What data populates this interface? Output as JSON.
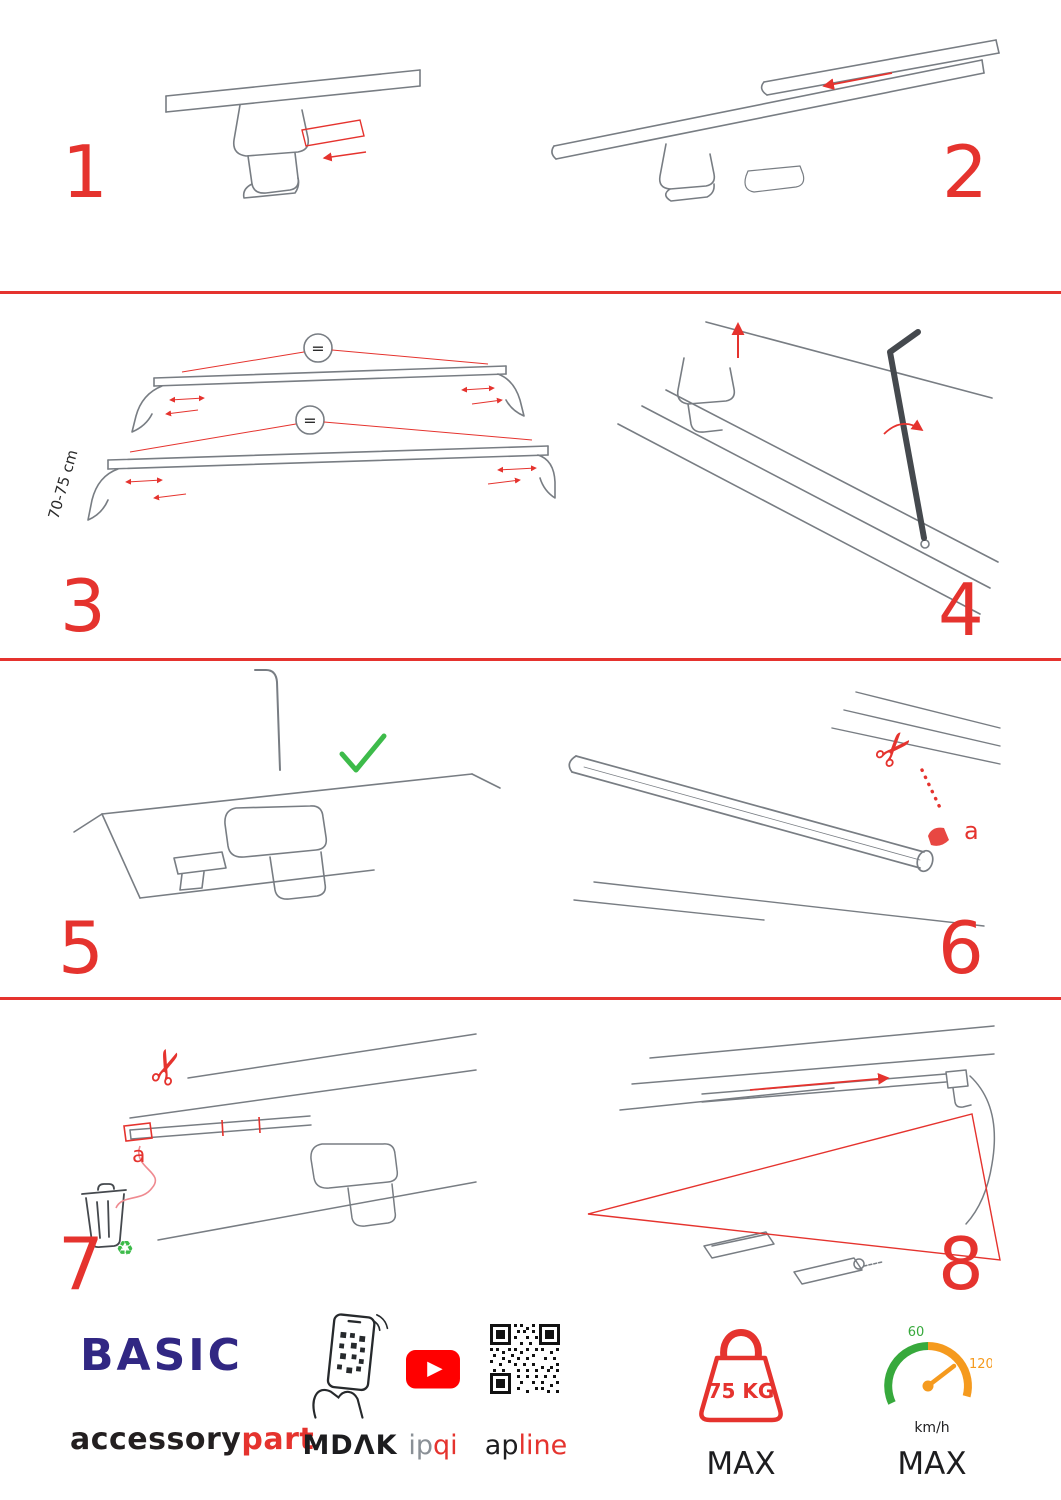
{
  "page": {
    "background": "#ffffff",
    "accent_red": "#e5332e",
    "drawing_gray": "#787d83",
    "brand_navy": "#312783",
    "green": "#3dbb4a",
    "orange": "#f59a1e"
  },
  "icons": {
    "scissors": "✂",
    "recycle": "♻"
  },
  "steps": [
    {
      "number": "1"
    },
    {
      "number": "2"
    },
    {
      "number": "3",
      "dimension_label": "70-75 cm",
      "equal_label": "="
    },
    {
      "number": "4"
    },
    {
      "number": "5"
    },
    {
      "number": "6",
      "cut_label": "a"
    },
    {
      "number": "7",
      "cut_label": "a"
    },
    {
      "number": "8"
    }
  ],
  "footer": {
    "brand": {
      "title": "BASIC",
      "sub_left": "accessory",
      "sub_right": "part"
    },
    "logos": {
      "mdak": "MDΛK",
      "ipqi_left": "ip",
      "ipqi_right": "qi",
      "apline_left": "ap",
      "apline_right": "line"
    },
    "weight": {
      "value": "75 KG",
      "max": "MAX"
    },
    "speed": {
      "min": "60",
      "max_value": "120",
      "unit": "km/h",
      "max": "MAX"
    }
  }
}
